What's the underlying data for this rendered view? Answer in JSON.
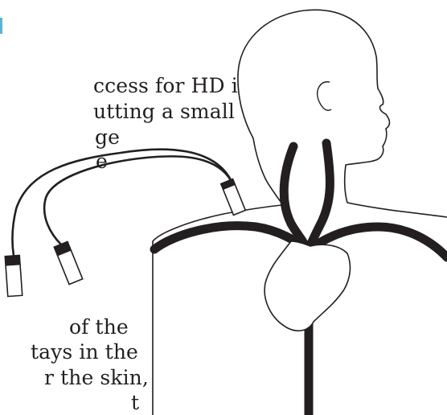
{
  "text": {
    "line1": "ccess for HD is cre-",
    "line2": "utting a small tube",
    "line3": "ge",
    "line4": "e",
    "line5": "of the",
    "line6": "tays in the",
    "line7": "r the skin,",
    "line8": "t"
  },
  "colors": {
    "ink": "#231f20",
    "accent": "#4ab8e0",
    "fill": "#ffffff"
  }
}
